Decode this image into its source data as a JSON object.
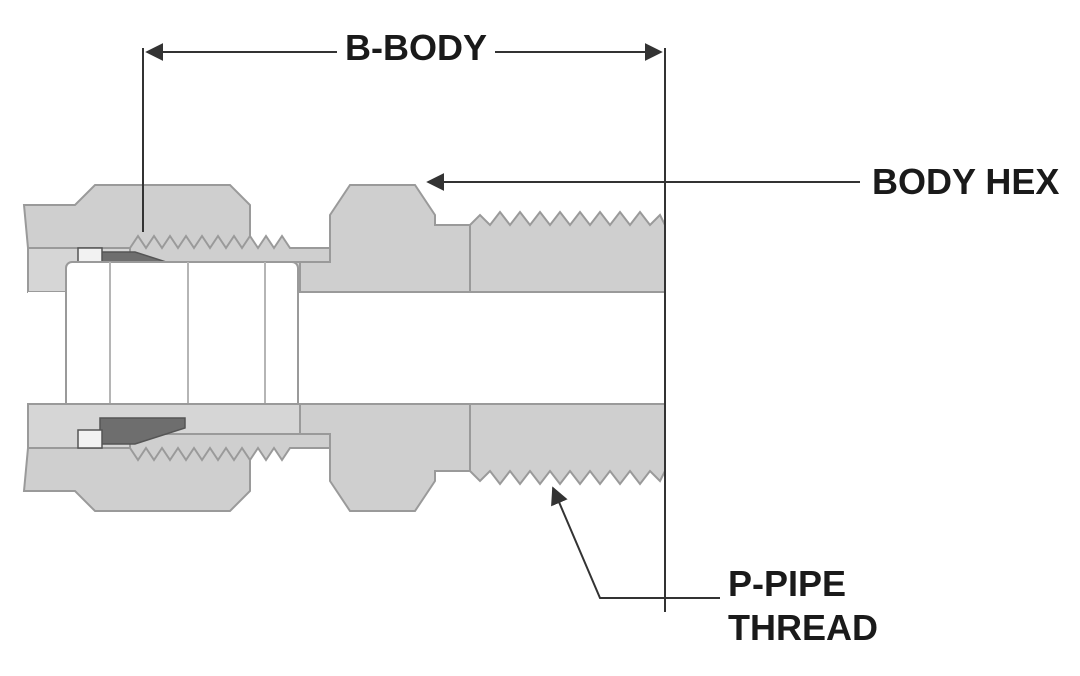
{
  "labels": {
    "b_body": "B-BODY",
    "body_hex": "BODY HEX",
    "pipe_thread_line1": "P-PIPE",
    "pipe_thread_line2": "THREAD"
  },
  "colors": {
    "body_fill": "#cfcfcf",
    "body_stroke": "#9a9a9a",
    "bore": "#ffffff",
    "ferrule": "#6e6e6e",
    "line": "#333333"
  }
}
